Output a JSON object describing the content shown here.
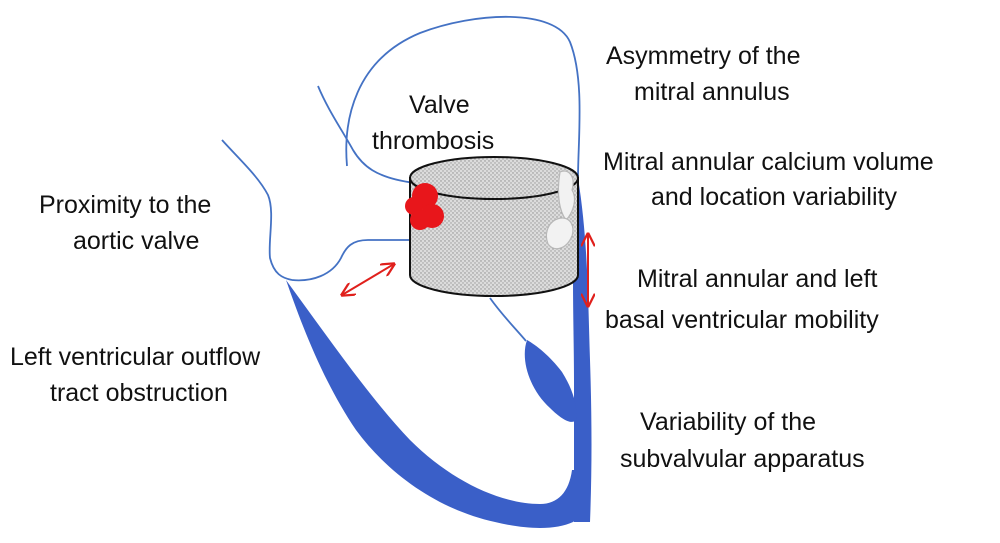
{
  "labels": {
    "valve_thrombosis_1": "Valve",
    "valve_thrombosis_2": "thrombosis",
    "asymmetry_1": "Asymmetry of the",
    "asymmetry_2": "mitral annulus",
    "calcium_1": "Mitral annular calcium volume",
    "calcium_2": "and location variability",
    "proximity_1": "Proximity to the",
    "proximity_2": "aortic valve",
    "mobility_1": "Mitral annular and left",
    "mobility_2": "basal  ventricular mobility",
    "lvot_1": "Left ventricular outflow",
    "lvot_2": "tract obstruction",
    "subvalvular_1": "Variability of the",
    "subvalvular_2": "subvalvular apparatus"
  },
  "colors": {
    "outline": "#4472c4",
    "myocardium": "#3a5fc8",
    "thrombus": "#e8161b",
    "arrow": "#e0201c",
    "valve_fill": "#d9d9d9",
    "calcium": "#f2f2f2"
  }
}
